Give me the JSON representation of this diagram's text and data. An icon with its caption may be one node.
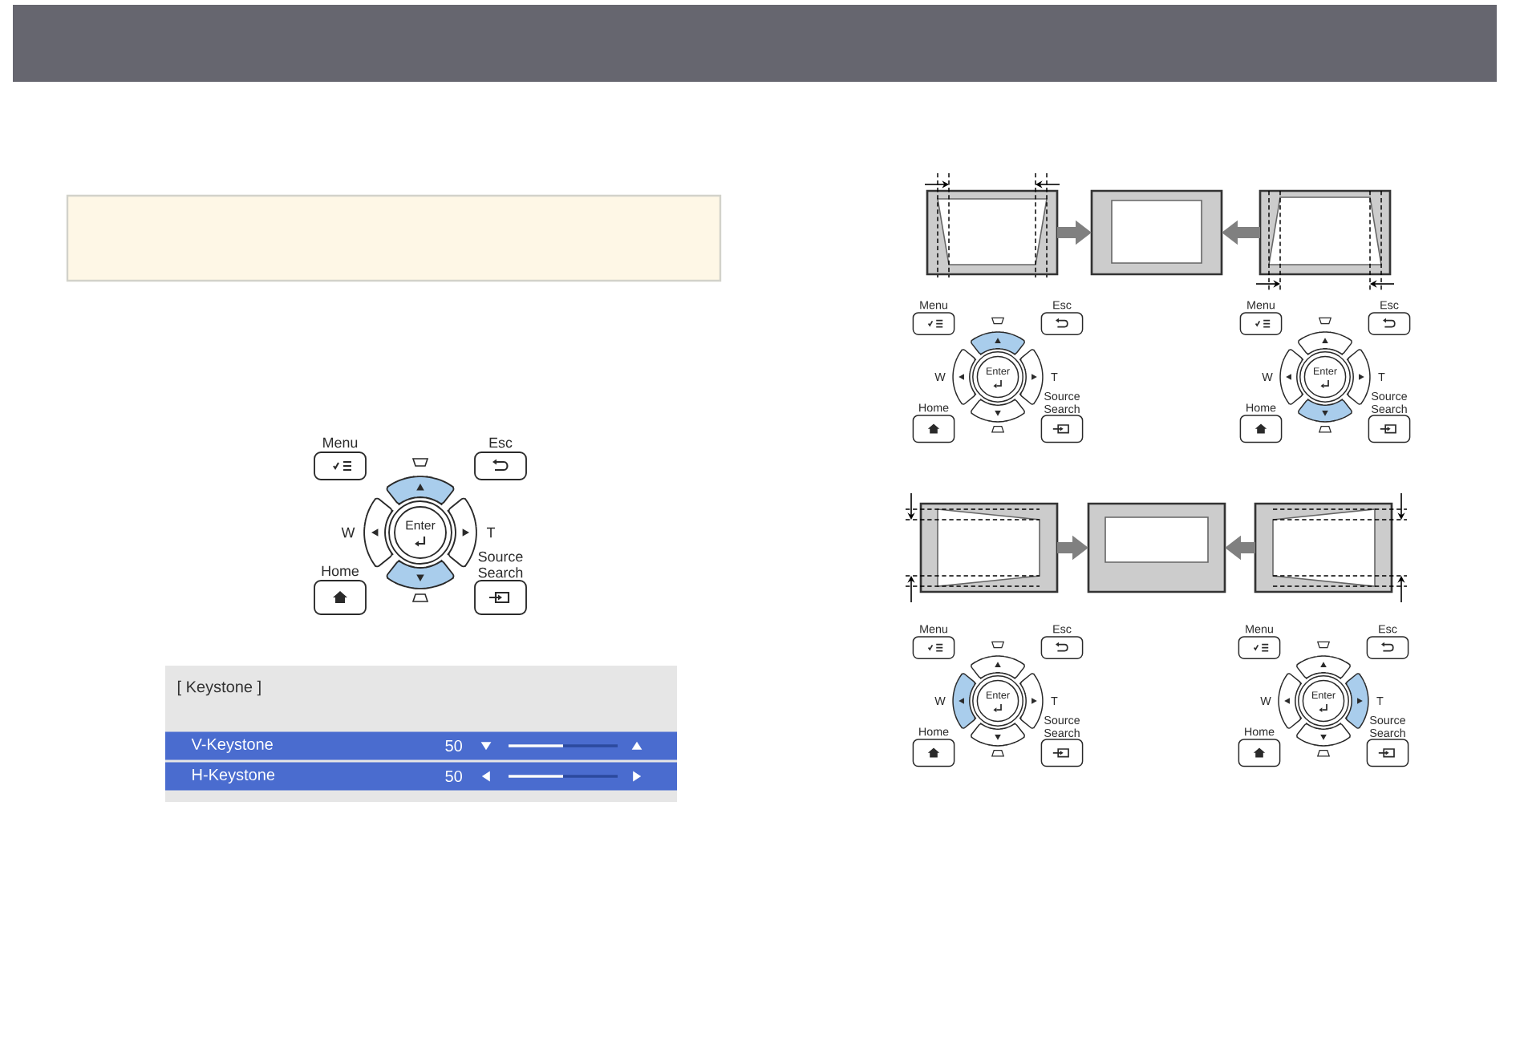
{
  "diagram": {
    "nodes": [
      {
        "text": [],
        "shape": "box"
      },
      {
        "text": [],
        "shape": "picture"
      },
      {
        "text": [],
        "shape": "picture"
      },
      {
        "text": [],
        "shape": "picture"
      },
      {
        "text": [],
        "shape": "picture"
      },
      {
        "text": [],
        "shape": "picture"
      },
      {
        "text": [],
        "shape": "picture"
      }
    ],
    "edges": [
      {
        "from": 1,
        "to": 2,
        "arrow": "to"
      },
      {
        "from": 3,
        "to": 2,
        "arrow": "to"
      },
      {
        "from": 4,
        "to": 5,
        "arrow": "to"
      },
      {
        "from": 6,
        "to": 5,
        "arrow": "to"
      }
    ],
    "labels": [
      "Menu",
      "Esc",
      "W",
      "Enter",
      "T",
      "Home",
      "Source Search",
      "[ Keystone ]",
      "V-Keystone",
      "50",
      "H-Keystone",
      "50",
      "Menu",
      "Esc",
      "W",
      "Enter",
      "T",
      "Home",
      "Source Search",
      "Menu",
      "Esc",
      "W",
      "Enter",
      "T",
      "Home",
      "Source Search",
      "Menu",
      "Esc",
      "W",
      "Enter",
      "T",
      "Home",
      "Source Search",
      "Menu",
      "Esc",
      "W",
      "Enter",
      "T",
      "Home",
      "Source Search"
    ]
  }
}
